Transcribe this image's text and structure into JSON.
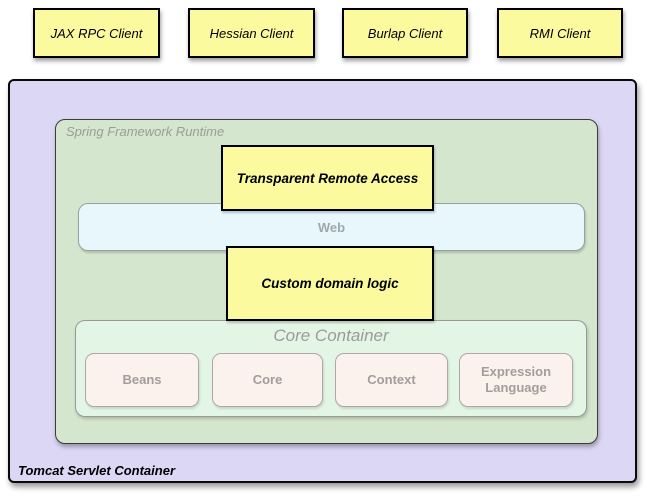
{
  "clients": [
    {
      "label": "JAX RPC Client"
    },
    {
      "label": "Hessian Client"
    },
    {
      "label": "Burlap Client"
    },
    {
      "label": "RMI Client"
    }
  ],
  "tomcat": {
    "label": "Tomcat Servlet Container"
  },
  "runtime": {
    "label": "Spring Framework Runtime"
  },
  "remote_access": {
    "label": "Transparent Remote Access"
  },
  "web": {
    "label": "Web"
  },
  "domain_logic": {
    "label": "Custom domain logic"
  },
  "core_container": {
    "label": "Core Container",
    "modules": [
      {
        "label": "Beans"
      },
      {
        "label": "Core"
      },
      {
        "label": "Context"
      },
      {
        "label": "Expression Language"
      }
    ]
  },
  "colors": {
    "client_box_fill": "#fbfa9e",
    "yellow_box_fill": "#fbfa9e",
    "tomcat_fill": "#dcd7f4",
    "runtime_fill": "#d4e7ce",
    "core_container_fill": "#e3f5e4",
    "module_fill": "#fbf1ed",
    "web_fill": "#e8f7fc",
    "gray_text": "#9b9b9b",
    "black_border": "#000000"
  }
}
